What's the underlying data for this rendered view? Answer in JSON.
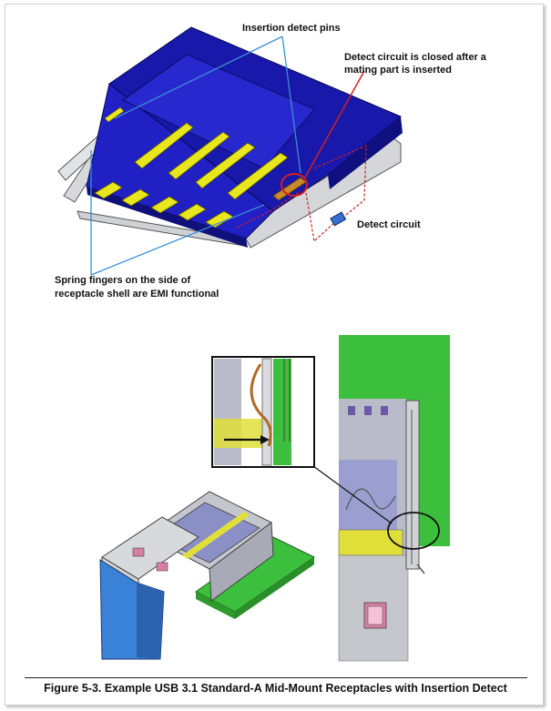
{
  "callouts": {
    "insertion_detect_pins": "Insertion detect pins",
    "detect_closed_line1": "Detect circuit is closed after a",
    "detect_closed_line2": "mating part is inserted",
    "detect_circuit": "Detect circuit",
    "spring_fingers_line1": "Spring fingers on the side of",
    "spring_fingers_line2": "receptacle shell are EMI functional"
  },
  "caption": "Figure 5-3.  Example USB 3.1 Standard-A Mid-Mount Receptacles with Insertion Detect",
  "icons": [
    "detect-circuit-component-icon",
    "arrow-indicator-icon",
    "highlight-circle-icon"
  ],
  "colors": {
    "connector_blue": "#1a1ab4",
    "contact_yellow": "#e8e61c",
    "pcb_green": "#3cbf3c",
    "shell_gray": "#c9cbd0",
    "callout_line_blue": "#3a8fd6",
    "detect_line_red": "#d22020"
  }
}
